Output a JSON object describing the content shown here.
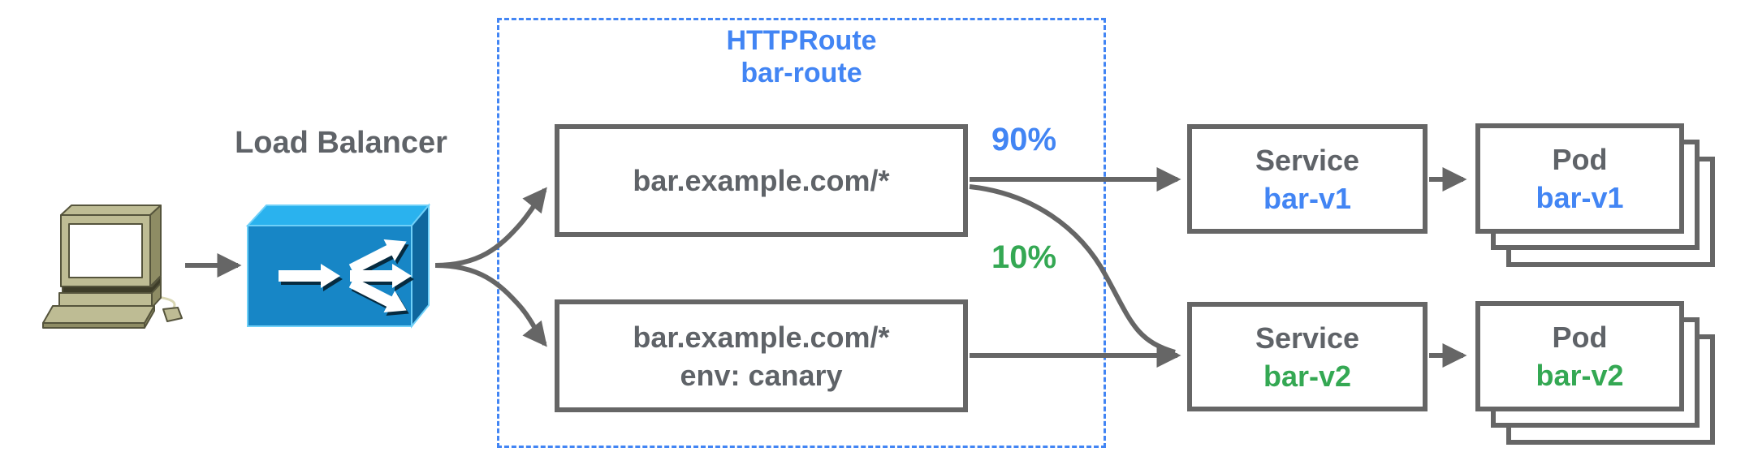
{
  "nodes": {
    "client": {
      "icon": "computer-icon"
    },
    "load_balancer": {
      "label": "Load Balancer",
      "icon": "load-balancer-icon"
    },
    "httproute": {
      "title": "HTTPRoute",
      "name": "bar-route",
      "rules": [
        {
          "match": "bar.example.com/*"
        },
        {
          "match": "bar.example.com/*",
          "header": "env: canary"
        }
      ]
    },
    "weights": {
      "primary": "90%",
      "canary": "10%"
    },
    "services": [
      {
        "kind": "Service",
        "name": "bar-v1"
      },
      {
        "kind": "Service",
        "name": "bar-v2"
      }
    ],
    "pods": [
      {
        "kind": "Pod",
        "name": "bar-v1"
      },
      {
        "kind": "Pod",
        "name": "bar-v2"
      }
    ]
  },
  "colors": {
    "blue": "#4285F4",
    "green": "#34A853",
    "text_gray": "#5F6368",
    "line_gray": "#666666",
    "box_border": "#666666",
    "dashed_border": "#4285F4",
    "lb_front": "#1786C6",
    "lb_top": "#2AB2EE",
    "lb_side": "#0E679E",
    "lb_edge": "#6FD0F8",
    "arrow_shadow": "#062B40",
    "computer_body": "#BEBC94",
    "computer_shade": "#8E8C64",
    "computer_dark": "#3E3D29",
    "computer_outline": "#55543C",
    "cable": "#D9D7B3"
  }
}
